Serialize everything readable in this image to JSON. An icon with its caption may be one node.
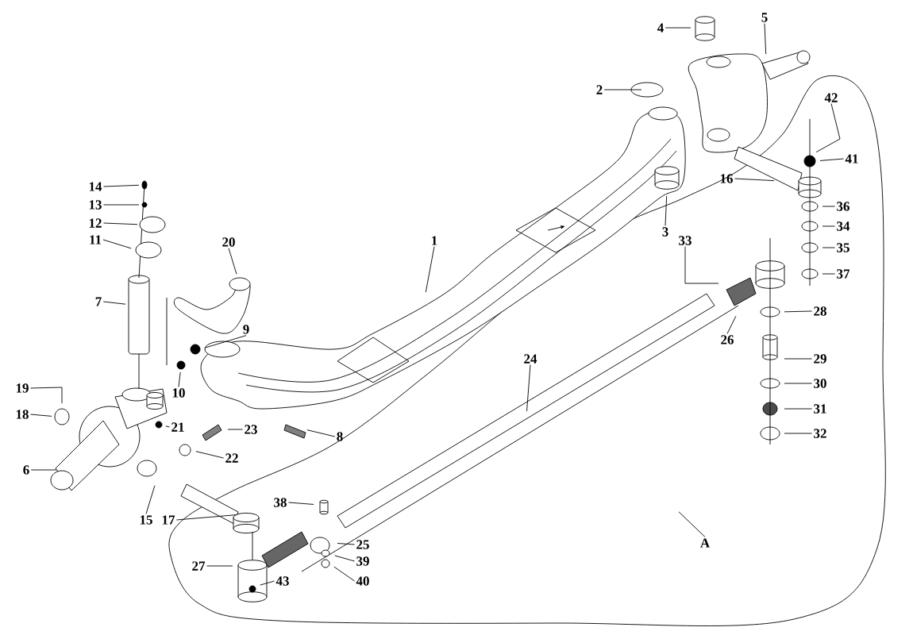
{
  "diagram": {
    "nodes": [
      {
        "text": [
          "1"
        ]
      },
      {
        "text": [
          "2"
        ]
      },
      {
        "text": [
          "3"
        ]
      },
      {
        "text": [
          "4"
        ]
      },
      {
        "text": [
          "5"
        ]
      },
      {
        "text": [
          "6"
        ]
      },
      {
        "text": [
          "7"
        ]
      },
      {
        "text": [
          "8"
        ]
      },
      {
        "text": [
          "9"
        ]
      },
      {
        "text": [
          "10"
        ]
      },
      {
        "text": [
          "11"
        ]
      },
      {
        "text": [
          "12"
        ]
      },
      {
        "text": [
          "13"
        ]
      },
      {
        "text": [
          "14"
        ]
      },
      {
        "text": [
          "15"
        ]
      },
      {
        "text": [
          "16"
        ]
      },
      {
        "text": [
          "17"
        ]
      },
      {
        "text": [
          "18"
        ]
      },
      {
        "text": [
          "19"
        ]
      },
      {
        "text": [
          "20"
        ]
      },
      {
        "text": [
          "21"
        ]
      },
      {
        "text": [
          "22"
        ]
      },
      {
        "text": [
          "23"
        ]
      },
      {
        "text": [
          "24"
        ]
      },
      {
        "text": [
          "25"
        ]
      },
      {
        "text": [
          "26"
        ]
      },
      {
        "text": [
          "27"
        ]
      },
      {
        "text": [
          "28"
        ]
      },
      {
        "text": [
          "29"
        ]
      },
      {
        "text": [
          "30"
        ]
      },
      {
        "text": [
          "31"
        ]
      },
      {
        "text": [
          "32"
        ]
      },
      {
        "text": [
          "33"
        ]
      },
      {
        "text": [
          "34"
        ]
      },
      {
        "text": [
          "35"
        ]
      },
      {
        "text": [
          "36"
        ]
      },
      {
        "text": [
          "37"
        ]
      },
      {
        "text": [
          "38"
        ]
      },
      {
        "text": [
          "39"
        ]
      },
      {
        "text": [
          "40"
        ]
      },
      {
        "text": [
          "41"
        ]
      },
      {
        "text": [
          "42"
        ]
      },
      {
        "text": [
          "43"
        ]
      },
      {
        "text": [
          "A"
        ]
      }
    ],
    "edges": [
      {
        "from": 0,
        "to": null,
        "arrow": "none"
      },
      {
        "from": 1,
        "to": null,
        "arrow": "none"
      },
      {
        "from": 2,
        "to": null,
        "arrow": "none"
      },
      {
        "from": 3,
        "to": null,
        "arrow": "none"
      },
      {
        "from": 4,
        "to": null,
        "arrow": "none"
      },
      {
        "from": 5,
        "to": null,
        "arrow": "none"
      },
      {
        "from": 6,
        "to": null,
        "arrow": "none"
      },
      {
        "from": 7,
        "to": null,
        "arrow": "none"
      },
      {
        "from": 8,
        "to": null,
        "arrow": "none"
      },
      {
        "from": 9,
        "to": null,
        "arrow": "none"
      },
      {
        "from": 10,
        "to": null,
        "arrow": "none"
      },
      {
        "from": 11,
        "to": null,
        "arrow": "none"
      },
      {
        "from": 12,
        "to": null,
        "arrow": "none"
      },
      {
        "from": 13,
        "to": null,
        "arrow": "none"
      },
      {
        "from": 14,
        "to": null,
        "arrow": "none"
      },
      {
        "from": 15,
        "to": null,
        "arrow": "none"
      },
      {
        "from": 16,
        "to": null,
        "arrow": "none"
      },
      {
        "from": 17,
        "to": null,
        "arrow": "none"
      },
      {
        "from": 18,
        "to": null,
        "arrow": "none"
      },
      {
        "from": 19,
        "to": null,
        "arrow": "none"
      },
      {
        "from": 20,
        "to": null,
        "arrow": "none"
      },
      {
        "from": 21,
        "to": null,
        "arrow": "none"
      },
      {
        "from": 22,
        "to": null,
        "arrow": "none"
      },
      {
        "from": 23,
        "to": null,
        "arrow": "none"
      },
      {
        "from": 24,
        "to": null,
        "arrow": "none"
      },
      {
        "from": 25,
        "to": null,
        "arrow": "none"
      },
      {
        "from": 26,
        "to": null,
        "arrow": "none"
      },
      {
        "from": 27,
        "to": null,
        "arrow": "none"
      },
      {
        "from": 28,
        "to": null,
        "arrow": "none"
      },
      {
        "from": 29,
        "to": null,
        "arrow": "none"
      },
      {
        "from": 30,
        "to": null,
        "arrow": "none"
      },
      {
        "from": 31,
        "to": null,
        "arrow": "none"
      },
      {
        "from": 32,
        "to": null,
        "arrow": "none"
      },
      {
        "from": 33,
        "to": null,
        "arrow": "none"
      },
      {
        "from": 34,
        "to": null,
        "arrow": "none"
      },
      {
        "from": 35,
        "to": null,
        "arrow": "none"
      },
      {
        "from": 36,
        "to": null,
        "arrow": "none"
      },
      {
        "from": 37,
        "to": null,
        "arrow": "none"
      },
      {
        "from": 38,
        "to": null,
        "arrow": "none"
      },
      {
        "from": 39,
        "to": null,
        "arrow": "none"
      },
      {
        "from": 40,
        "to": null,
        "arrow": "none"
      },
      {
        "from": 41,
        "to": null,
        "arrow": "none"
      },
      {
        "from": 42,
        "to": null,
        "arrow": "none"
      },
      {
        "from": 43,
        "to": null,
        "arrow": "none"
      }
    ]
  }
}
